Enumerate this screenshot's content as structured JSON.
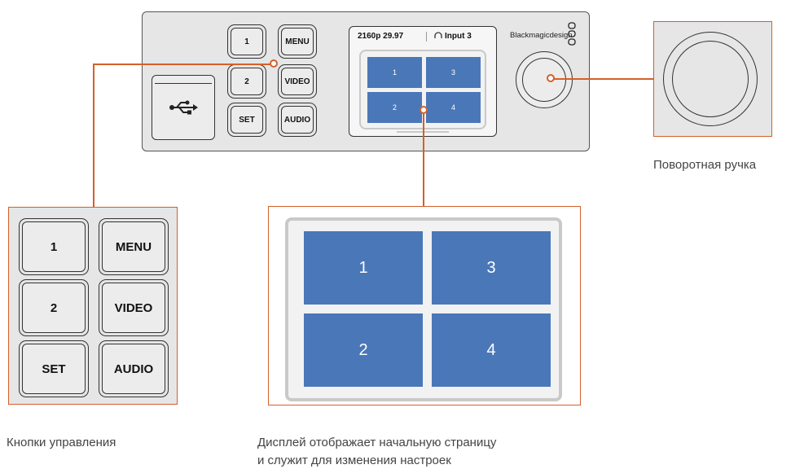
{
  "device": {
    "buttons": {
      "one": "1",
      "two": "2",
      "set": "SET",
      "menu": "MENU",
      "video": "VIDEO",
      "audio": "AUDIO"
    },
    "screen": {
      "format": "2160p 29.97",
      "input": "Input 3",
      "tiles": [
        "1",
        "3",
        "2",
        "4"
      ]
    },
    "brand": "Blackmagicdesign"
  },
  "callouts": {
    "buttons_zoom": {
      "one": "1",
      "two": "2",
      "set": "SET",
      "menu": "MENU",
      "video": "VIDEO",
      "audio": "AUDIO"
    },
    "display_zoom": {
      "tiles": [
        "1",
        "3",
        "2",
        "4"
      ]
    }
  },
  "captions": {
    "knob": "Поворотная ручка",
    "buttons": "Кнопки управления",
    "display_line1": "Дисплей отображает начальную страницу",
    "display_line2": "и служит для изменения настроек"
  },
  "colors": {
    "accent": "#d4602a",
    "tile": "#4a77b8",
    "panel": "#e6e6e6"
  }
}
